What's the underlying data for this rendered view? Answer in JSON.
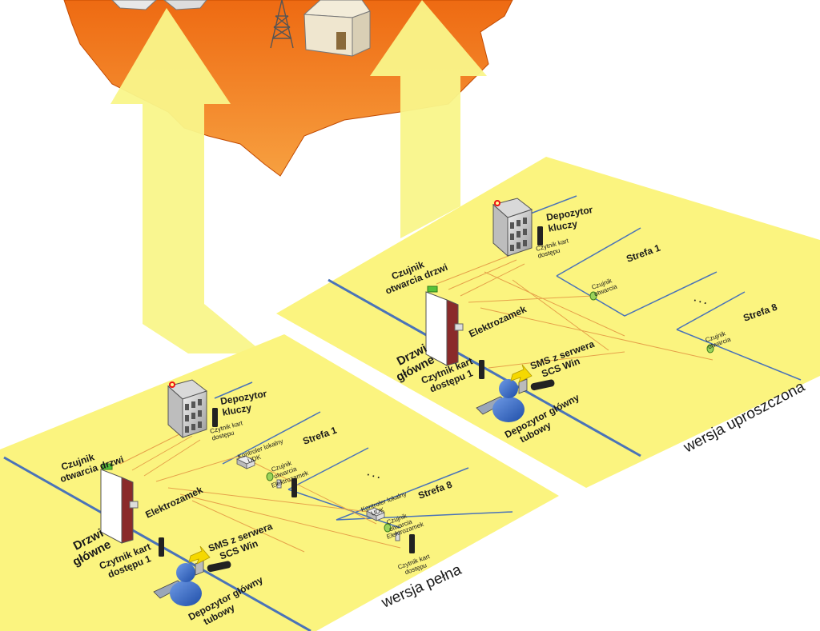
{
  "colors": {
    "map_orange": "#f27a1c",
    "panel_yellow": "#fbf47f",
    "arrow_yellow": "#f9f58a",
    "wire_blue": "#4a73b8",
    "wire_orange": "#e6a24a",
    "person_blue": "#3563b8"
  },
  "icons": [
    "building-icon",
    "radio-tower-icon",
    "house-icon",
    "key-depository-icon",
    "card-reader-icon",
    "door-icon",
    "person-icon",
    "sms-arrow-icon",
    "door-sensor-icon",
    "local-controller-icon"
  ],
  "full": {
    "version_label": "wersja pełna",
    "depository_line1": "Depozytor",
    "depository_line2": "kluczy",
    "reader_small_line1": "Czytnik kart",
    "reader_small_line2": "dostępu",
    "door_sensor_line1": "Czujnik",
    "door_sensor_line2": "otwarcia drzwi",
    "electrolock": "Elektrozamek",
    "main_door_line1": "Drzwi",
    "main_door_line2": "główne",
    "reader1_line1": "Czytnik kart",
    "reader1_line2": "dostępu 1",
    "sms_line1": "SMS z serwera",
    "sms_line2": "SCS Win",
    "tube_dep_line1": "Depozytor główny",
    "tube_dep_line2": "tubowy",
    "zone1": "Strefa 1",
    "zone8": "Strefa 8",
    "controller_line1": "Kontroler lokalny",
    "controller_line2": "UDK",
    "zone_sensor_line1": "Czujnik",
    "zone_sensor_line2": "otwarcia",
    "zone_electrolock": "Elektrozamek",
    "zone_reader_line1": "Czytnik kart",
    "zone_reader_line2": "dostępu",
    "ellipsis": ". . ."
  },
  "simple": {
    "version_label": "wersja uproszczona",
    "depository_line1": "Depozytor",
    "depository_line2": "kluczy",
    "reader_small_line1": "Czytnik kart",
    "reader_small_line2": "dostępu",
    "door_sensor_line1": "Czujnik",
    "door_sensor_line2": "otwarcia drzwi",
    "electrolock": "Elektrozamek",
    "main_door_line1": "Drzwi",
    "main_door_line2": "główne",
    "reader1_line1": "Czytnik kart",
    "reader1_line2": "dostępu 1",
    "sms_line1": "SMS z serwera",
    "sms_line2": "SCS Win",
    "tube_dep_line1": "Depozytor główny",
    "tube_dep_line2": "tubowy",
    "zone1": "Strefa 1",
    "zone8": "Strefa 8",
    "zone_sensor_line1": "Czujnik",
    "zone_sensor_line2": "otwarcia",
    "ellipsis": ". . ."
  }
}
